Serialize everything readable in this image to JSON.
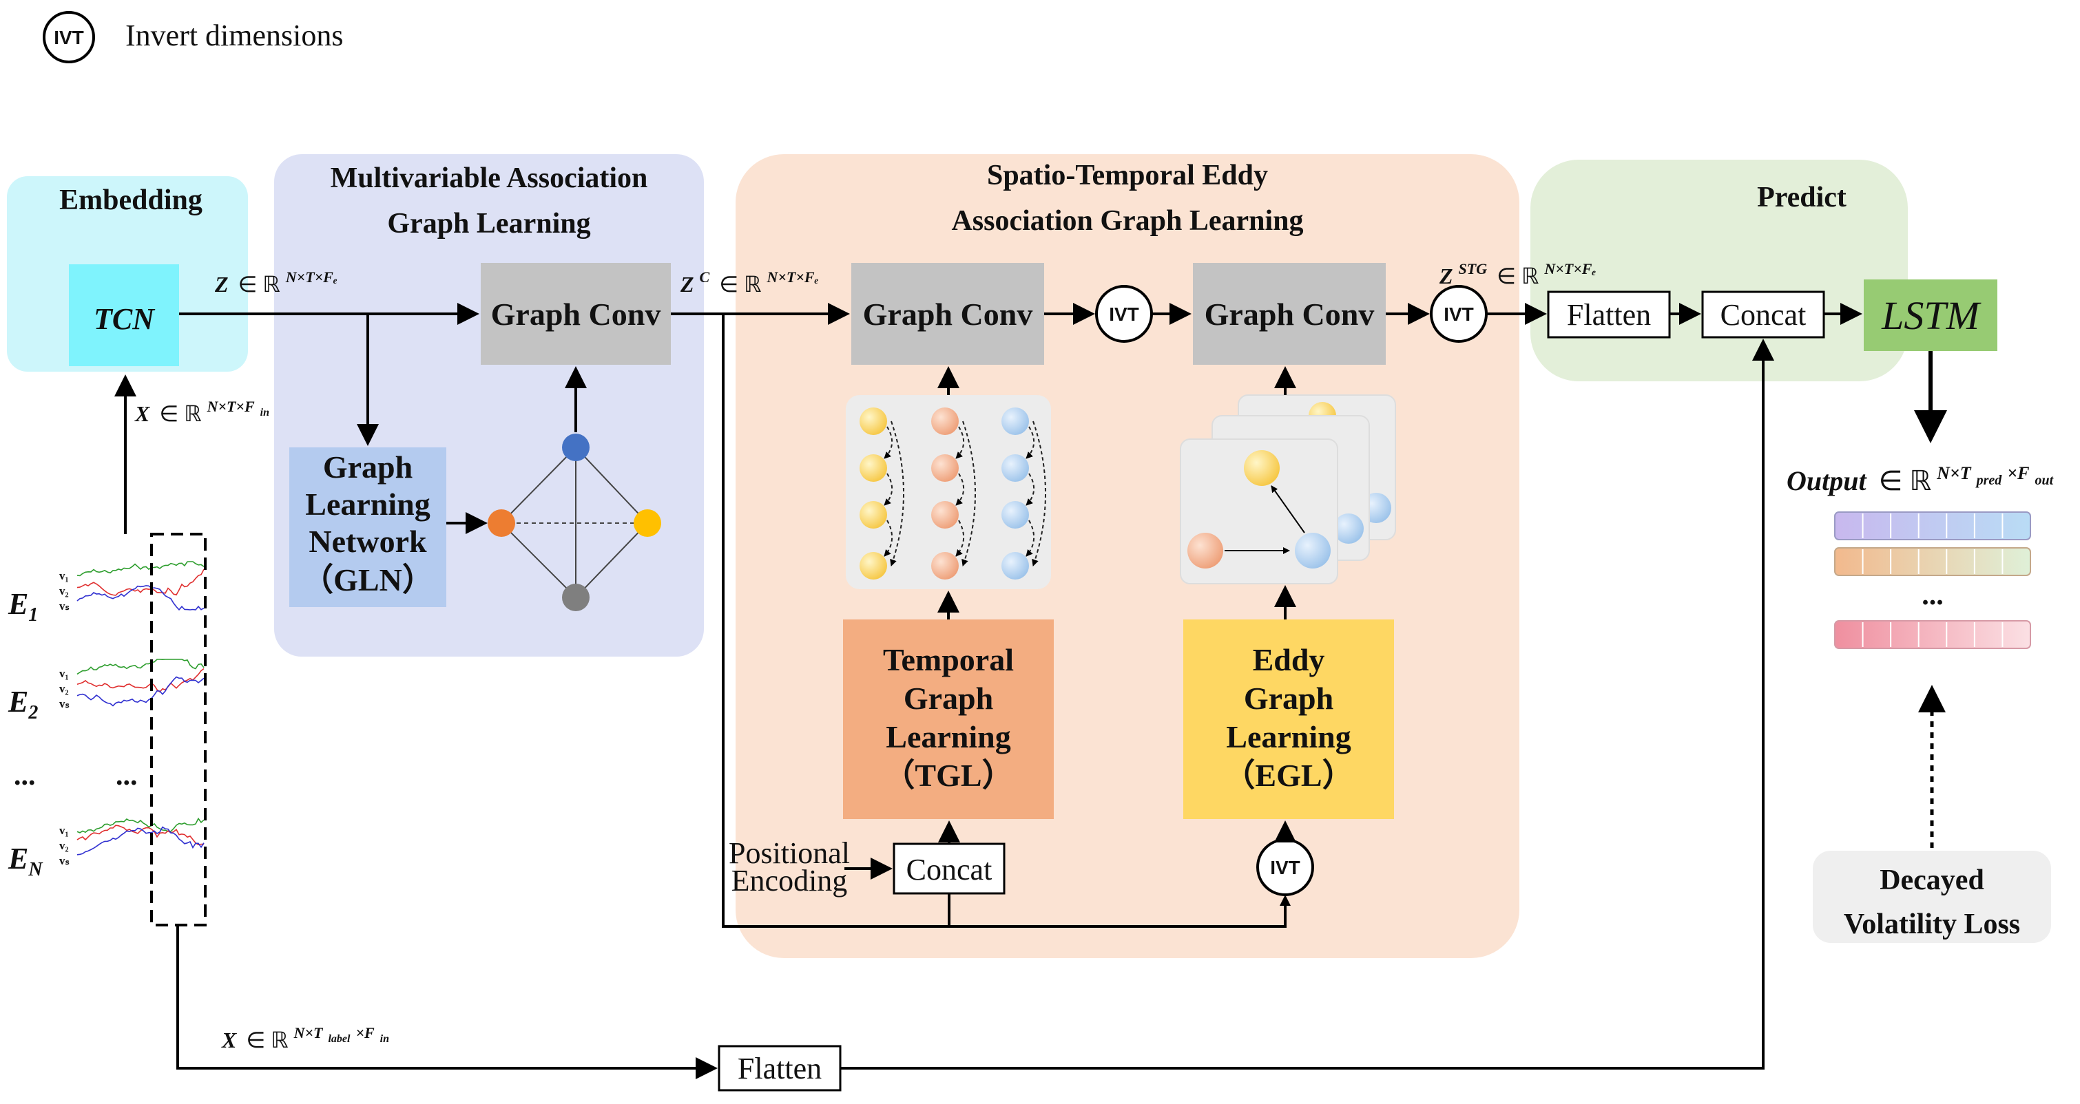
{
  "legend": {
    "symbol": "IVT",
    "text": "Invert dimensions"
  },
  "embedding": {
    "title": "Embedding",
    "tcn": "TCN"
  },
  "mag": {
    "title_line1": "Multivariable Association",
    "title_line2": "Graph Learning",
    "graph_conv": "Graph Conv",
    "gln_line1": "Graph",
    "gln_line2": "Learning",
    "gln_line3": "Network",
    "gln_line4": "（GLN）"
  },
  "steag": {
    "title_line1": "Spatio-Temporal Eddy",
    "title_line2": "Association Graph Learning",
    "graph_conv_1": "Graph Conv",
    "graph_conv_2": "Graph Conv",
    "ivt_1": "IVT",
    "ivt_2": "IVT",
    "ivt_3": "IVT",
    "tgl_line1": "Temporal",
    "tgl_line2": "Graph",
    "tgl_line3": "Learning",
    "tgl_line4": "（TGL）",
    "egl_line1": "Eddy",
    "egl_line2": "Graph",
    "egl_line3": "Learning",
    "egl_line4": "（EGL）",
    "positional_line1": "Positional",
    "positional_line2": "Encoding",
    "concat": "Concat"
  },
  "predict": {
    "title": "Predict",
    "flatten": "Flatten",
    "concat": "Concat",
    "lstm": "LSTM",
    "output_label": "Output",
    "dots": "...",
    "loss_line1": "Decayed",
    "loss_line2": "Volatility Loss"
  },
  "bottom": {
    "flatten": "Flatten"
  },
  "input": {
    "entities": [
      {
        "base": "E",
        "sub": "1"
      },
      {
        "base": "E",
        "sub": "2"
      },
      {
        "base": "E",
        "sub": "N"
      }
    ],
    "ellipsis_left": "...",
    "ellipsis_right": "...",
    "var_labels": [
      "v₁",
      "v₂",
      "vₛ"
    ]
  },
  "math": {
    "z_in": {
      "var": "Z",
      "space": "∈ ℝ",
      "sup": "N×T×Fₑ"
    },
    "zc": {
      "var": "Z",
      "var_sup": "C",
      "space": "∈ ℝ",
      "sup": "N×T×Fₑ"
    },
    "zstg": {
      "var": "Z",
      "var_sup": "STG",
      "space": "∈ ℝ",
      "sup": "N×T×Fₑ"
    },
    "x_in": {
      "var": "X",
      "space": "∈ ℝ",
      "sup": "N×T×F",
      "sup_sub": "in"
    },
    "x_label": {
      "var": "X",
      "space": "∈ ℝ",
      "sup": "N×T",
      "sup_sub1": "label",
      "sup_mid": "×F",
      "sup_sub2": "in"
    },
    "output": {
      "space": "∈ ℝ",
      "sup": "N×T",
      "sup_sub1": "pred",
      "sup_mid": "×F",
      "sup_sub2": "out"
    }
  },
  "colors": {
    "embedding_bg": "#cdf6fb",
    "tcn_fill": "#7ff3fd",
    "mag_bg": "#dde1f5",
    "gln_fill": "#b4cbef",
    "graph_conv_fill": "#c3c3c3",
    "steag_bg": "#fbe3d3",
    "tgl_fill": "#f3ad81",
    "egl_fill": "#fed763",
    "predict_bg": "#e3efd9",
    "lstm_fill": "#97cb73",
    "loss_bg": "#efefef",
    "node_blue": "#4472c4",
    "node_orange": "#ed7d31",
    "node_yellow": "#ffc000",
    "node_gray": "#7f7f7f"
  }
}
